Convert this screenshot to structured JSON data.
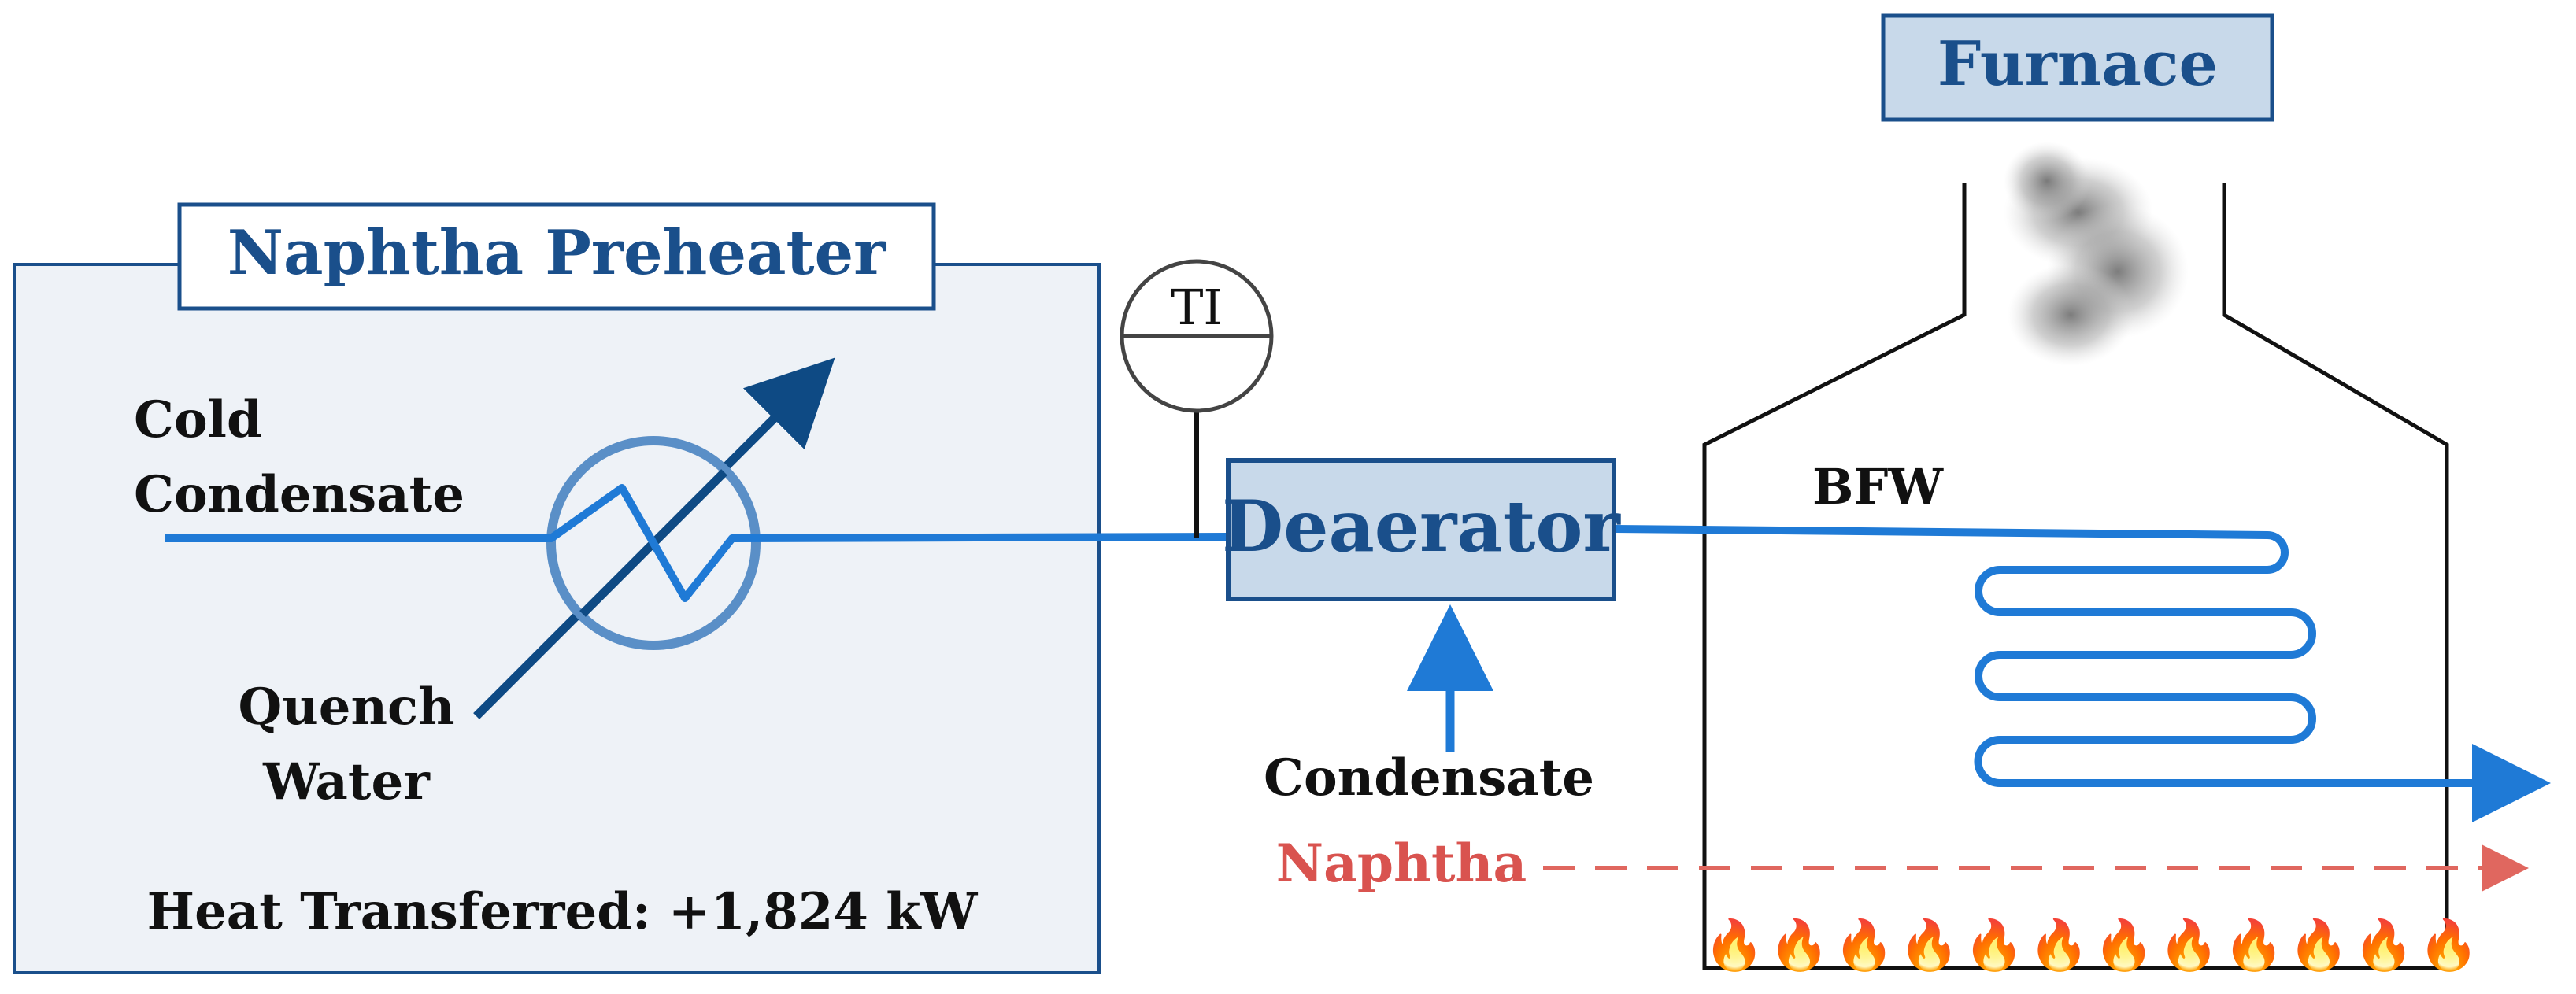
{
  "preheater": {
    "title": "Naphtha Preheater",
    "cold_condensate_line1": "Cold",
    "cold_condensate_line2": "Condensate",
    "quench_water_line1": "Quench",
    "quench_water_line2": "Water",
    "heat_transferred": "Heat Transferred: +1,824 kW"
  },
  "instrument": {
    "label": "TI"
  },
  "deaerator": {
    "label": "Deaerator",
    "condensate_label": "Condensate"
  },
  "furnace": {
    "title": "Furnace",
    "bfw_label": "BFW",
    "naphtha_label": "Naphtha",
    "flame_glyph": "🔥"
  },
  "colors": {
    "process_blue": "#1f7ad6",
    "dark_blue": "#0e4a84",
    "box_fill": "#c8d9ea",
    "panel_fill": "#eef2f7",
    "naphtha_red": "#e0675f"
  }
}
